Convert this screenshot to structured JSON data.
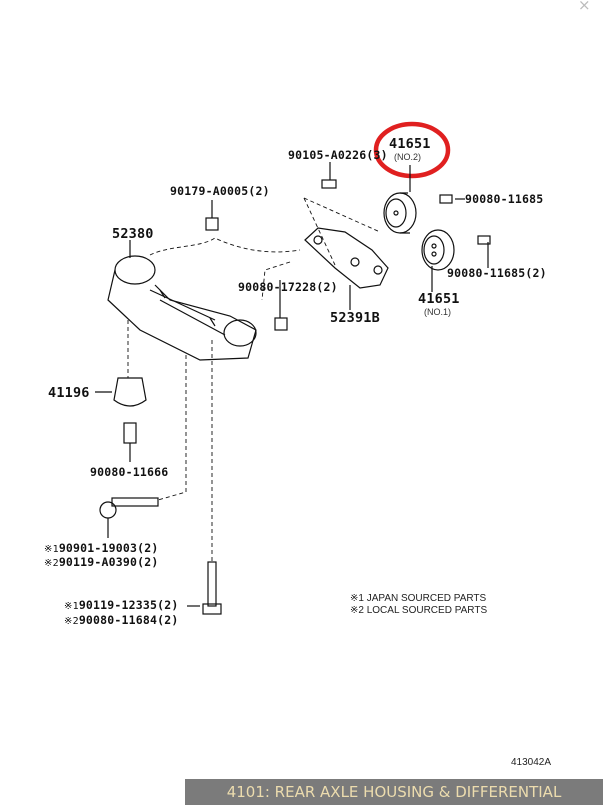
{
  "window": {
    "close_icon": "×"
  },
  "parts": {
    "p41651_no2": {
      "number": "41651",
      "sub": "(NO.2)"
    },
    "p41651_no1": {
      "number": "41651",
      "sub": "(NO.1)"
    },
    "p90105": "90105-A0226(3)",
    "p90179": "90179-A0005(2)",
    "p90080_11685_a": "90080-11685",
    "p90080_11685_b": "90080-11685(2)",
    "p52380": "52380",
    "p90080_17228": "90080-17228(2)",
    "p52391b": "52391B",
    "p41196": "41196",
    "p90080_11666": "90080-11666",
    "bolt1": {
      "m1": "※1",
      "n1": "90901-19003(2)",
      "m2": "※2",
      "n2": "90119-A0390(2)"
    },
    "bolt2": {
      "m1": "※1",
      "n1": "90119-12335(2)",
      "m2": "※2",
      "n2": "90080-11684(2)"
    }
  },
  "notes": [
    "※1 JAPAN SOURCED PARTS",
    "※2 LOCAL SOURCED PARTS"
  ],
  "illustration_code": "413042A",
  "footer": {
    "title": "4101: REAR AXLE HOUSING & DIFFERENTIAL"
  },
  "colors": {
    "highlight": "#e02020",
    "footer_bg": "#7b7b7b",
    "footer_text": "#ecdcae"
  }
}
